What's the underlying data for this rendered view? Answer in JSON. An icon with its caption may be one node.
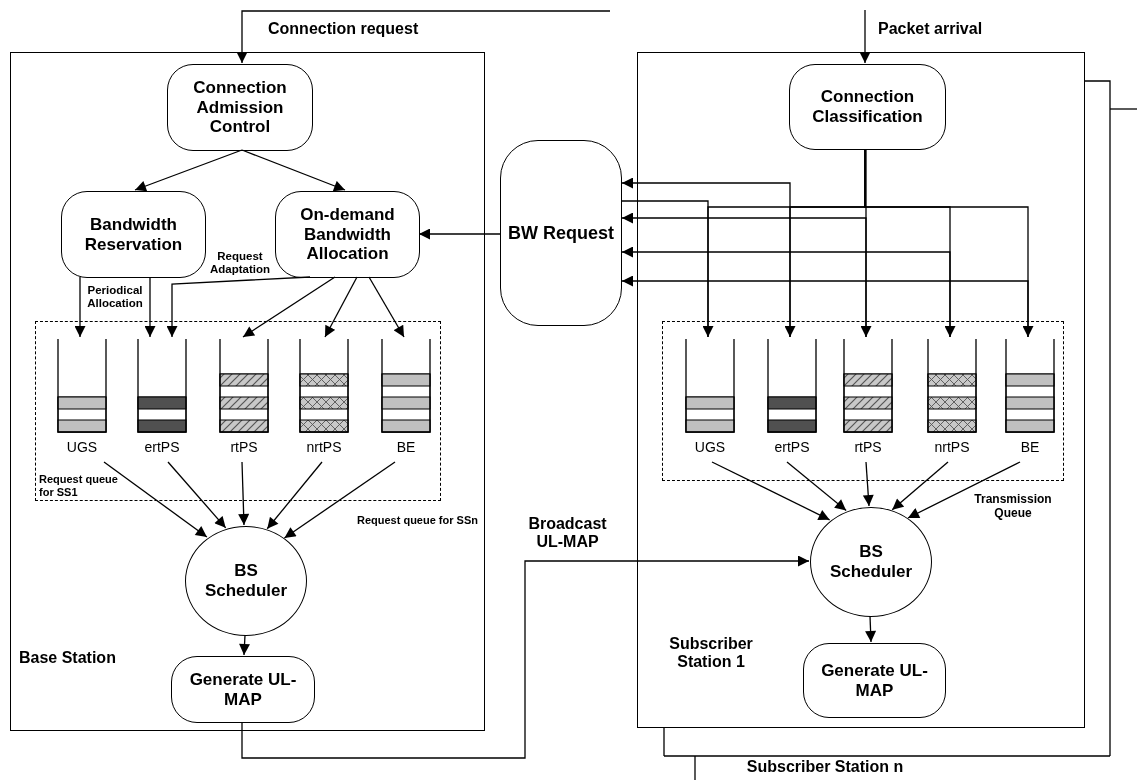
{
  "diagram": {
    "nodes": [
      {
        "text": [
          "Base Station"
        ]
      },
      {
        "text": [
          "Connection Admission Control"
        ],
        "in": 0
      },
      {
        "text": [
          "Bandwidth Reservation"
        ],
        "in": 0
      },
      {
        "text": [
          "On-demand Bandwidth Allocation"
        ],
        "in": 0
      },
      {
        "text": [
          "Request queue for SS1"
        ],
        "in": 0
      },
      {
        "text": [
          "UGS"
        ],
        "in": 4
      },
      {
        "text": [
          "ertPS"
        ],
        "in": 4
      },
      {
        "text": [
          "rtPS"
        ],
        "in": 4
      },
      {
        "text": [
          "nrtPS"
        ],
        "in": 4
      },
      {
        "text": [
          "BE"
        ],
        "in": 4
      },
      {
        "text": [
          "BS Scheduler"
        ],
        "in": 0
      },
      {
        "text": [
          "Generate UL-MAP"
        ],
        "in": 0
      },
      {
        "text": [
          "BW Request"
        ]
      },
      {
        "text": [
          "Subscriber Station 1"
        ]
      },
      {
        "text": [
          "Connection Classification"
        ],
        "in": 13
      },
      {
        "text": [],
        "shape": "box",
        "in": 13
      },
      {
        "text": [
          "UGS"
        ],
        "in": 15
      },
      {
        "text": [
          "ertPS"
        ],
        "in": 15
      },
      {
        "text": [
          "rtPS"
        ],
        "in": 15
      },
      {
        "text": [
          "nrtPS"
        ],
        "in": 15
      },
      {
        "text": [
          "BE"
        ],
        "in": 15
      },
      {
        "text": [
          "BS Scheduler"
        ],
        "in": 13
      },
      {
        "text": [
          "Generate UL-MAP"
        ],
        "in": 13
      }
    ],
    "edges": [
      {
        "from": null,
        "to": 1,
        "arrow": "to",
        "label": "Connection request"
      },
      {
        "from": 1,
        "to": 2,
        "arrow": "to"
      },
      {
        "from": 1,
        "to": 3,
        "arrow": "to"
      },
      {
        "from": 2,
        "to": 5,
        "arrow": "to",
        "label": "Periodical Allocation"
      },
      {
        "from": 2,
        "to": 6,
        "arrow": "to"
      },
      {
        "from": 3,
        "to": 6,
        "arrow": "to",
        "label": "Request Adaptation"
      },
      {
        "from": 3,
        "to": 7,
        "arrow": "to"
      },
      {
        "from": 3,
        "to": 8,
        "arrow": "to"
      },
      {
        "from": 3,
        "to": 9,
        "arrow": "to"
      },
      {
        "from": 5,
        "to": 10,
        "arrow": "to"
      },
      {
        "from": 6,
        "to": 10,
        "arrow": "to"
      },
      {
        "from": 7,
        "to": 10,
        "arrow": "to"
      },
      {
        "from": 8,
        "to": 10,
        "arrow": "to"
      },
      {
        "from": 9,
        "to": 10,
        "arrow": "to"
      },
      {
        "from": 10,
        "to": 11,
        "arrow": "to"
      },
      {
        "from": 12,
        "to": 3,
        "arrow": "to"
      },
      {
        "from": 11,
        "to": 21,
        "arrow": "to",
        "label": "Broadcast UL-MAP"
      },
      {
        "from": null,
        "to": 14,
        "arrow": "to",
        "label": "Packet arrival"
      },
      {
        "from": 14,
        "to": 16,
        "arrow": "to"
      },
      {
        "from": 14,
        "to": 17,
        "arrow": "to"
      },
      {
        "from": 14,
        "to": 18,
        "arrow": "to"
      },
      {
        "from": 14,
        "to": 19,
        "arrow": "to"
      },
      {
        "from": 14,
        "to": 20,
        "arrow": "to"
      },
      {
        "from": 16,
        "to": 12,
        "arrow": "none"
      },
      {
        "from": 17,
        "to": 12,
        "arrow": "to"
      },
      {
        "from": 18,
        "to": 12,
        "arrow": "to"
      },
      {
        "from": 19,
        "to": 12,
        "arrow": "to"
      },
      {
        "from": 20,
        "to": 12,
        "arrow": "to"
      },
      {
        "from": 16,
        "to": 21,
        "arrow": "to"
      },
      {
        "from": 17,
        "to": 21,
        "arrow": "to"
      },
      {
        "from": 18,
        "to": 21,
        "arrow": "to"
      },
      {
        "from": 19,
        "to": 21,
        "arrow": "to"
      },
      {
        "from": 20,
        "to": 21,
        "arrow": "to"
      },
      {
        "from": 21,
        "to": 22,
        "arrow": "to"
      }
    ],
    "labels": [
      "Request queue for SSn",
      "Transmission Queue",
      "Subscriber Station n"
    ]
  }
}
